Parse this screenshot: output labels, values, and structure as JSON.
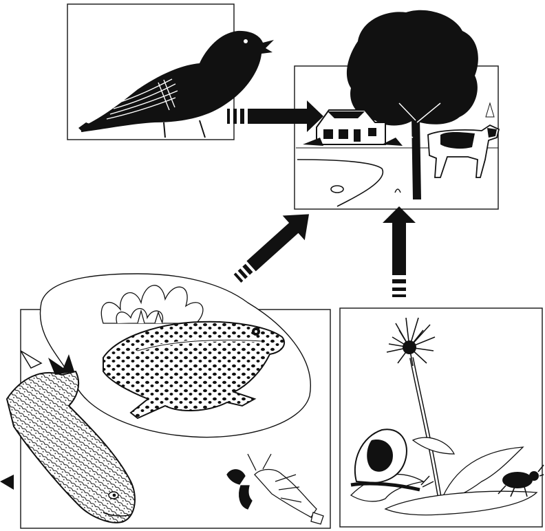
{
  "diagram": {
    "panels": [
      {
        "id": "bird",
        "subject": "blackbird"
      },
      {
        "id": "farm",
        "subject": "farmhouse-tree-cow"
      },
      {
        "id": "pond",
        "subject": "frog-fish-crayfish-waterlily"
      },
      {
        "id": "meadow",
        "subject": "dandelion-snail-beetle"
      }
    ],
    "arrows": [
      {
        "from": "bird",
        "to": "farm"
      },
      {
        "from": "pond",
        "to": "farm"
      },
      {
        "from": "meadow",
        "to": "farm"
      }
    ],
    "colors": {
      "ink": "#111111",
      "paper": "#ffffff"
    }
  }
}
